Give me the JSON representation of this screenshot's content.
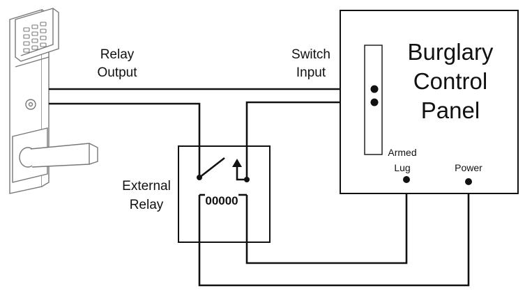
{
  "panel": {
    "title_line1": "Burglary",
    "title_line2": "Control",
    "title_line3": "Panel",
    "armed_lug_line1": "Armed",
    "armed_lug_line2": "Lug",
    "power_label": "Power",
    "switch_input_line1": "Switch",
    "switch_input_line2": "Input"
  },
  "relay_output": {
    "line1": "Relay",
    "line2": "Output"
  },
  "external_relay": {
    "line1": "External",
    "line2": "Relay",
    "coil_text": "00000"
  },
  "colors": {
    "line": "#111111",
    "lock_outline": "#777777",
    "lock_fill": "#ffffff",
    "background": "#ffffff"
  }
}
